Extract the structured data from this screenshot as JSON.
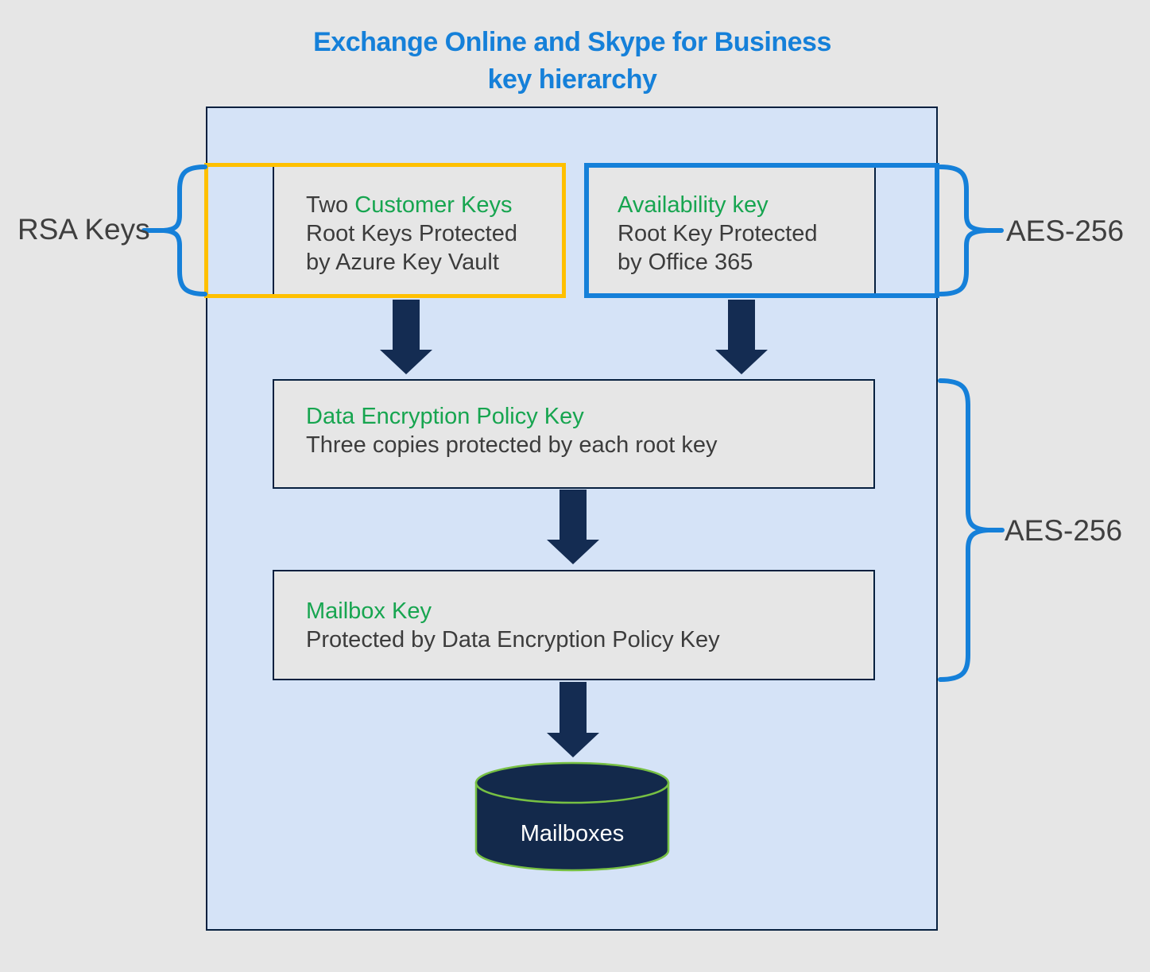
{
  "title": {
    "line1": "Exchange Online and Skype for Business",
    "line2": "key hierarchy"
  },
  "side_labels": {
    "rsa_keys": "RSA Keys",
    "aes_256_top": "AES-256",
    "aes_256_bottom": "AES-256"
  },
  "boxes": {
    "customer_keys": {
      "heading_prefix": "Two ",
      "heading": "Customer Keys",
      "line2": "Root Keys Protected",
      "line3": "by Azure Key Vault"
    },
    "availability_key": {
      "heading": "Availability key",
      "line2": "Root Key Protected",
      "line3": "by Office 365"
    },
    "data_encryption_policy_key": {
      "heading": "Data Encryption Policy Key",
      "line2": "Three copies protected by each root key"
    },
    "mailbox_key": {
      "heading": "Mailbox Key",
      "line2": "Protected by Data Encryption Policy Key"
    }
  },
  "cylinder": {
    "label": "Mailboxes"
  },
  "colors": {
    "title_blue": "#1580d9",
    "accent_blue_border": "#1580d9",
    "accent_yellow_border": "#ffc000",
    "green_heading": "#17a550",
    "navy_border": "#07203f",
    "navy_arrow": "#142c52",
    "cylinder_fill": "#13294b",
    "cylinder_outline": "#77c043",
    "container_fill": "#d5e3f7",
    "box_fill": "#e6e6e6",
    "page_background": "#e6e6e6",
    "body_text": "#3c3c3c"
  }
}
